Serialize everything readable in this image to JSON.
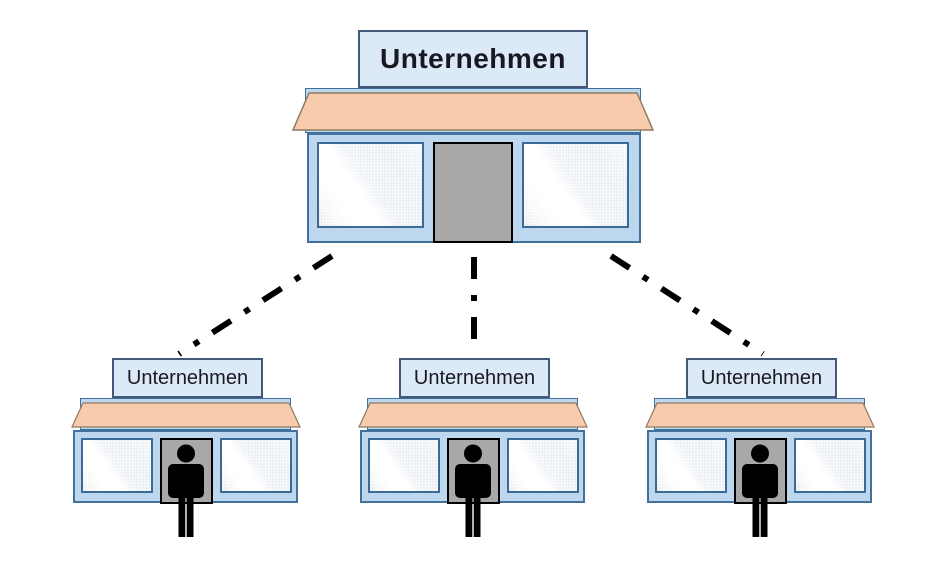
{
  "diagram": {
    "type": "hierarchy",
    "root": {
      "label": "Unternehmen",
      "kind": "storefront-building"
    },
    "children": [
      {
        "label": "Unternehmen",
        "kind": "storefront-building",
        "person_in_door": true
      },
      {
        "label": "Unternehmen",
        "kind": "storefront-building",
        "person_in_door": true
      },
      {
        "label": "Unternehmen",
        "kind": "storefront-building",
        "person_in_door": true
      }
    ],
    "connector_style": "dash-dot"
  },
  "icons": {
    "person-icon": "black standing human pictogram silhouette",
    "building-icon": "storefront with sign, awning, two windows and center door"
  },
  "theme": {
    "background": "#ffffff",
    "sign-fill": "#dce9f6",
    "sign-border": "#44597a",
    "body-fill": "#bdd7ee",
    "body-border": "#41719c",
    "window-border": "#3c6a96",
    "awning-fill": "#f8cbad",
    "awning-border": "#8f7a63",
    "door-fill": "#a9a7a7",
    "door-border": "#000000",
    "person-color": "#000000",
    "connector-color": "#000000",
    "text-color": "#191923"
  }
}
